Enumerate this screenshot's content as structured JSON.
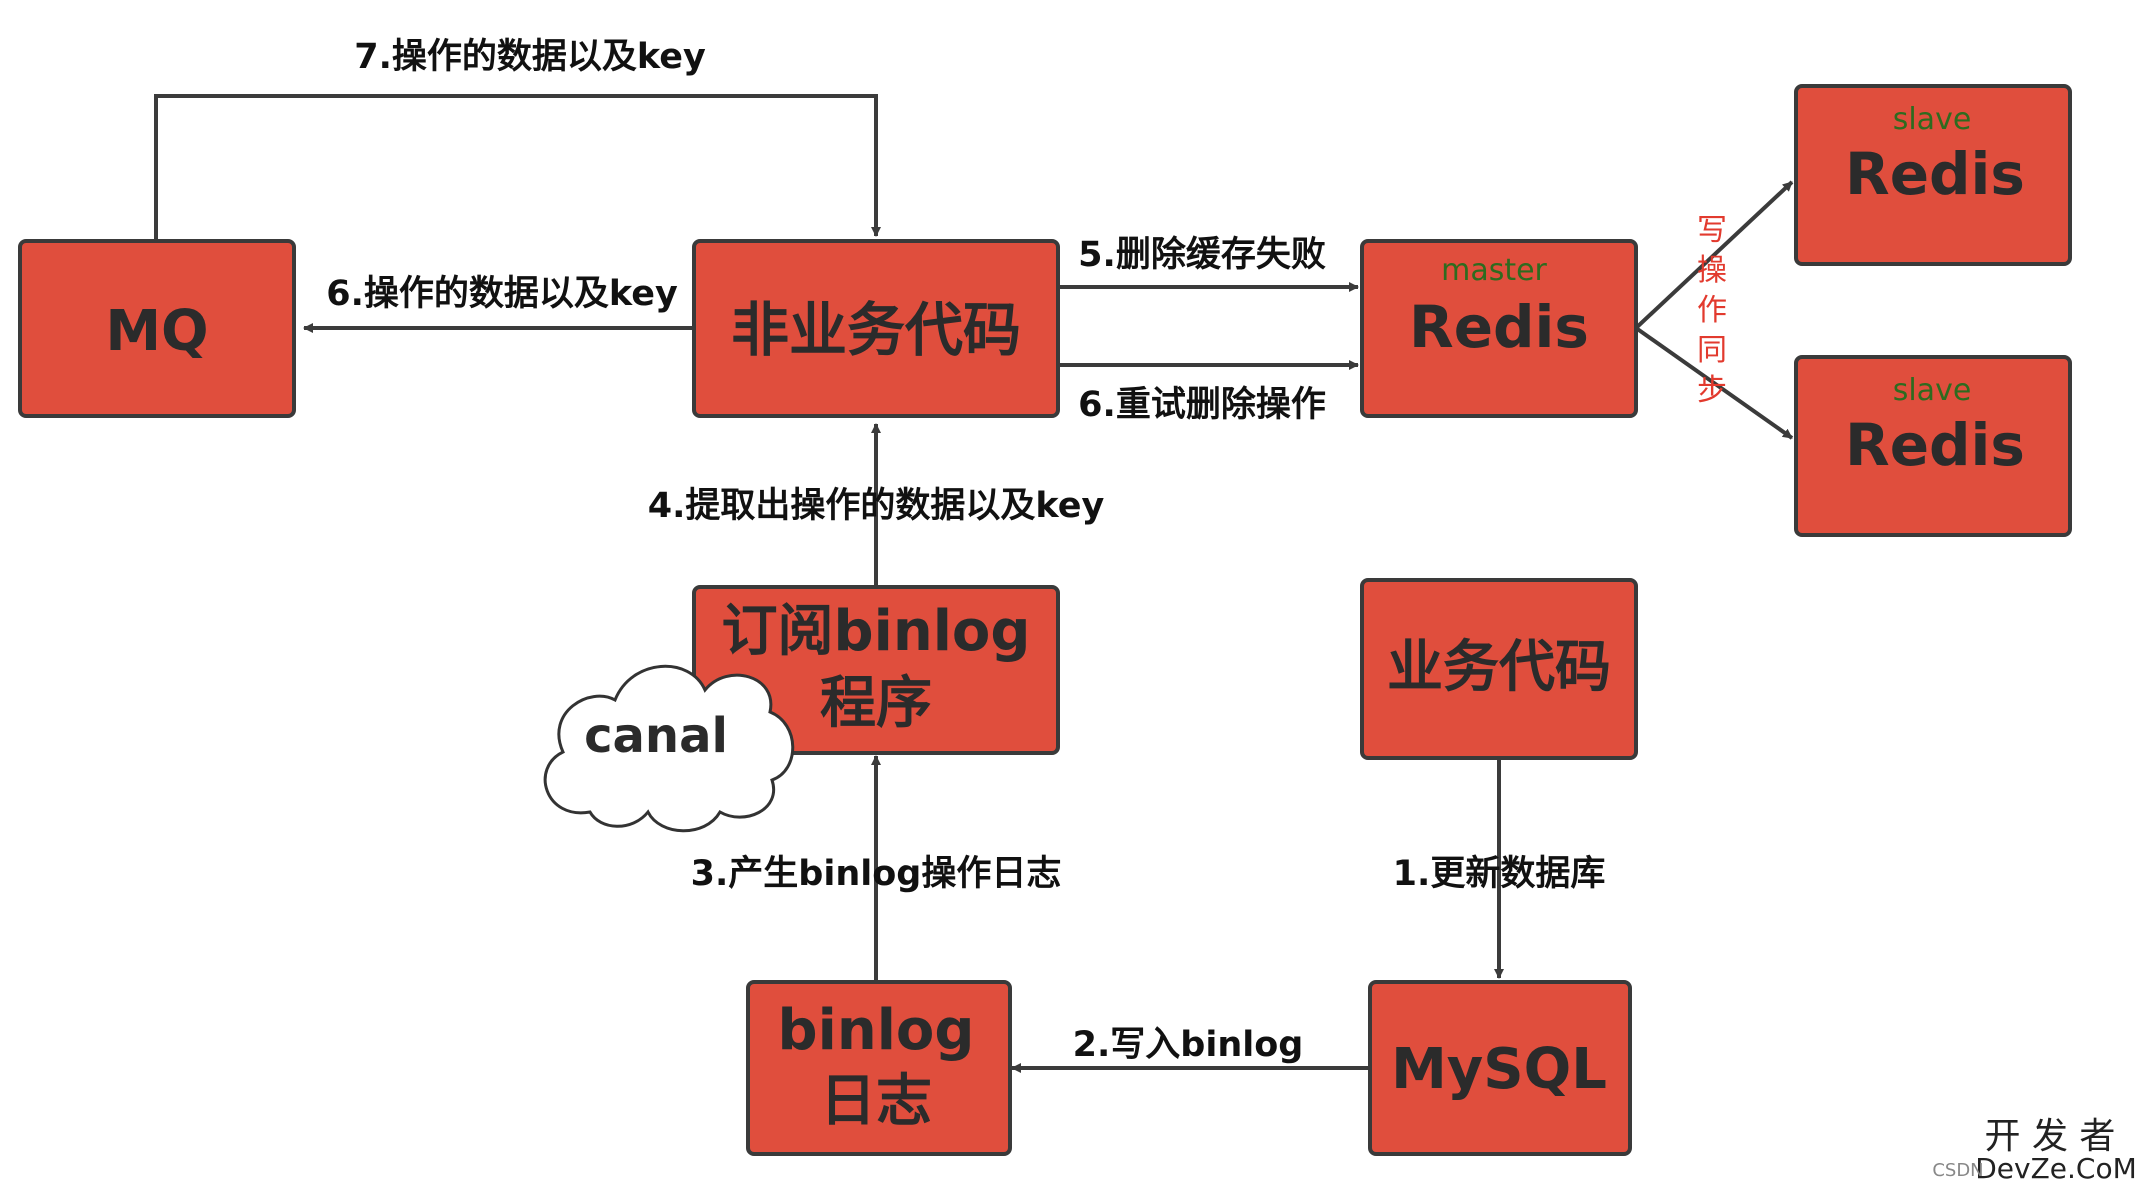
{
  "nodes": {
    "mq": "MQ",
    "non_business_code": "非业务代码",
    "master_tag": "master",
    "redis_master": "Redis",
    "slave_tag_1": "slave",
    "redis_slave_1": "Redis",
    "slave_tag_2": "slave",
    "redis_slave_2": "Redis",
    "binlog_subscriber_line1": "订阅binlog",
    "binlog_subscriber_line2": "程序",
    "canal": "canal",
    "business_code": "业务代码",
    "binlog_log_line1": "binlog",
    "binlog_log_line2": "日志",
    "mysql": "MySQL"
  },
  "edges": {
    "step1": "1.更新数据库",
    "step2": "2.写入binlog",
    "step3": "3.产生binlog操作日志",
    "step4": "4.提取出操作的数据以及key",
    "step5": "5.删除缓存失败",
    "step6_retry": "6.重试删除操作",
    "step6_mq": "6.操作的数据以及key",
    "step7": "7.操作的数据以及key",
    "replication_chars": [
      "写",
      "操",
      "作",
      "同",
      "步"
    ]
  },
  "watermark": {
    "line1": "开 发 者",
    "line2": "DevZe.CoM",
    "small": "CSDN"
  },
  "colors": {
    "box_fill": "#e04e3d",
    "box_stroke": "#3a3a3a",
    "label_text": "#111111",
    "replica_tag": "#2e6b1f",
    "vertical_note": "#e23a2e"
  }
}
